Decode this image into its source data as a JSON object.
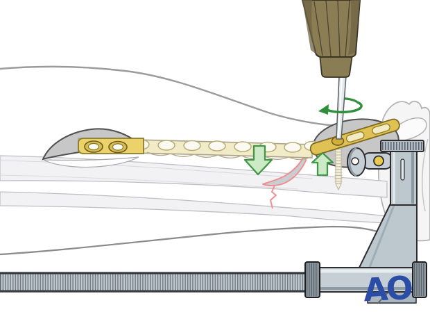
{
  "branding": {
    "logo_text": "AO",
    "logo_color": "#2b4da6"
  },
  "icons": {
    "rotation_arrow": "circular-arrow-counterclockwise",
    "compression_arrow_down": "block-arrow-down",
    "compression_arrow_up": "block-arrow-up"
  },
  "colors": {
    "plate_gold": "#ecd26a",
    "plate_gold_dark": "#8a7930",
    "plate_translucent": "#f1ebc8",
    "plate_translucent_edge": "#a9a189",
    "plate_end_gold": "#dfc253",
    "plate_end_edge": "#7d6a1e",
    "hole_fill": "#fbfaf2",
    "hole_edge": "#b9ae72",
    "handle_olive": "#8b7e55",
    "handle_shadow": "#6f6444",
    "handle_outline": "#3a3424",
    "shaft_steel": "#e3e9ed",
    "rotation_green": "#2f8f3c",
    "arrow_fill": "#cdeac6",
    "arrow_stroke": "#3f9747",
    "fracture_pink": "#ef8f8f",
    "fragment_gray": "#c9ced2",
    "flap_gray": "#c7c7c7",
    "flap_outline": "#4f4f4f",
    "skin_outline": "#9b9b9b",
    "bone_fill": "#f2f2f4",
    "bone_edge": "#bfbfc3",
    "metal_light": "#c6cfd5",
    "metal_mid": "#bcc7ce",
    "metal_dark": "#8f99a1",
    "metal_outline": "#2c2c2c",
    "screw_ivory": "#f4f0e0",
    "screw_thread": "#c2bb9e"
  }
}
